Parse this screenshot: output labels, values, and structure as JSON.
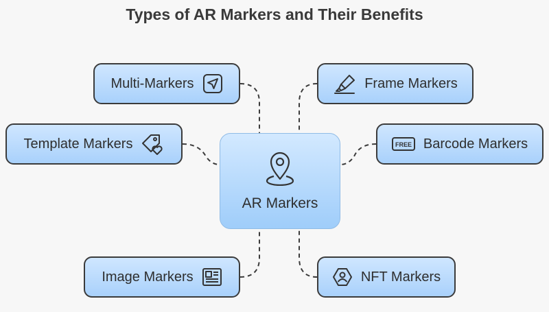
{
  "title": "Types of AR Markers and Their Benefits",
  "center": {
    "label": "AR Markers",
    "icon": "map-pin-icon"
  },
  "nodes": [
    {
      "id": "multi",
      "label": "Multi-Markers",
      "icon": "navigation-arrow-icon"
    },
    {
      "id": "frame",
      "label": "Frame Markers",
      "icon": "highlighter-icon"
    },
    {
      "id": "template",
      "label": "Template Markers",
      "icon": "tag-heart-icon"
    },
    {
      "id": "barcode",
      "label": "Barcode Markers",
      "icon": "free-badge-icon",
      "icon_text": "FREE"
    },
    {
      "id": "image",
      "label": "Image Markers",
      "icon": "article-image-icon"
    },
    {
      "id": "nft",
      "label": "NFT Markers",
      "icon": "hexagon-user-icon"
    }
  ],
  "colors": {
    "node_fill_top": "#cfe6ff",
    "node_fill_bottom": "#a9d1fb",
    "border": "#3b3b3b",
    "text": "#2e2e2e",
    "background": "#f7f7f7"
  }
}
